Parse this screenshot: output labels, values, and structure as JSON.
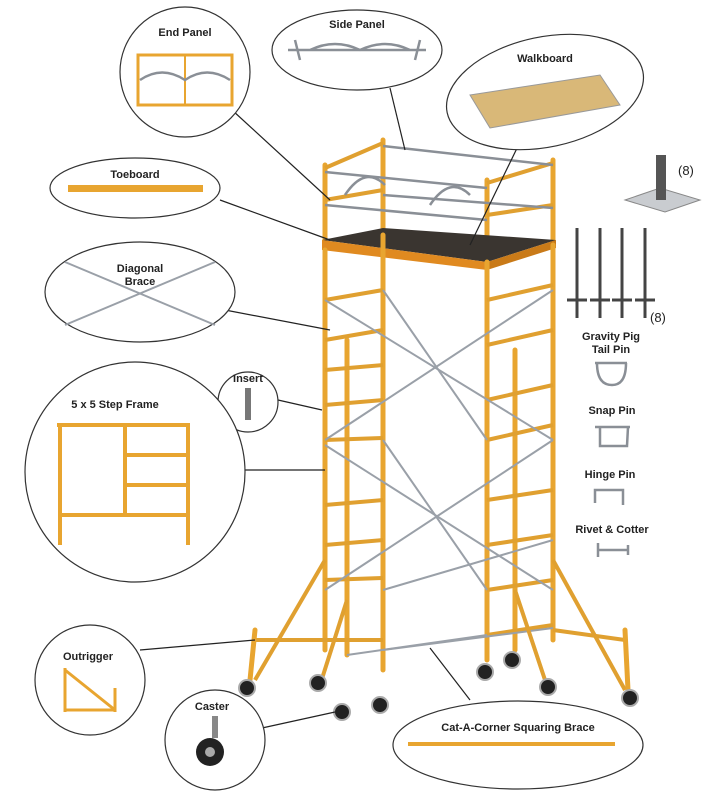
{
  "diagram": {
    "labels": {
      "end_panel": "End Panel",
      "side_panel": "Side Panel",
      "walkboard": "Walkboard",
      "toeboard": "Toeboard",
      "diagonal_brace_1": "Diagonal",
      "diagonal_brace_2": "Brace",
      "insert": "Insert",
      "step_frame": "5 x 5 Step Frame",
      "outrigger": "Outrigger",
      "caster": "Caster",
      "squaring_brace": "Cat-A-Corner Squaring Brace",
      "gravity_pin_1": "Gravity Pig",
      "gravity_pin_2": "Tail Pin",
      "snap_pin": "Snap Pin",
      "hinge_pin": "Hinge Pin",
      "rivet_cotter": "Rivet & Cotter"
    },
    "counts": {
      "base_plate": "(8)",
      "pins": "(8)"
    },
    "colors": {
      "frame": "#e8a530",
      "steel": "#8a8f96",
      "deck": "#3a3530"
    }
  }
}
